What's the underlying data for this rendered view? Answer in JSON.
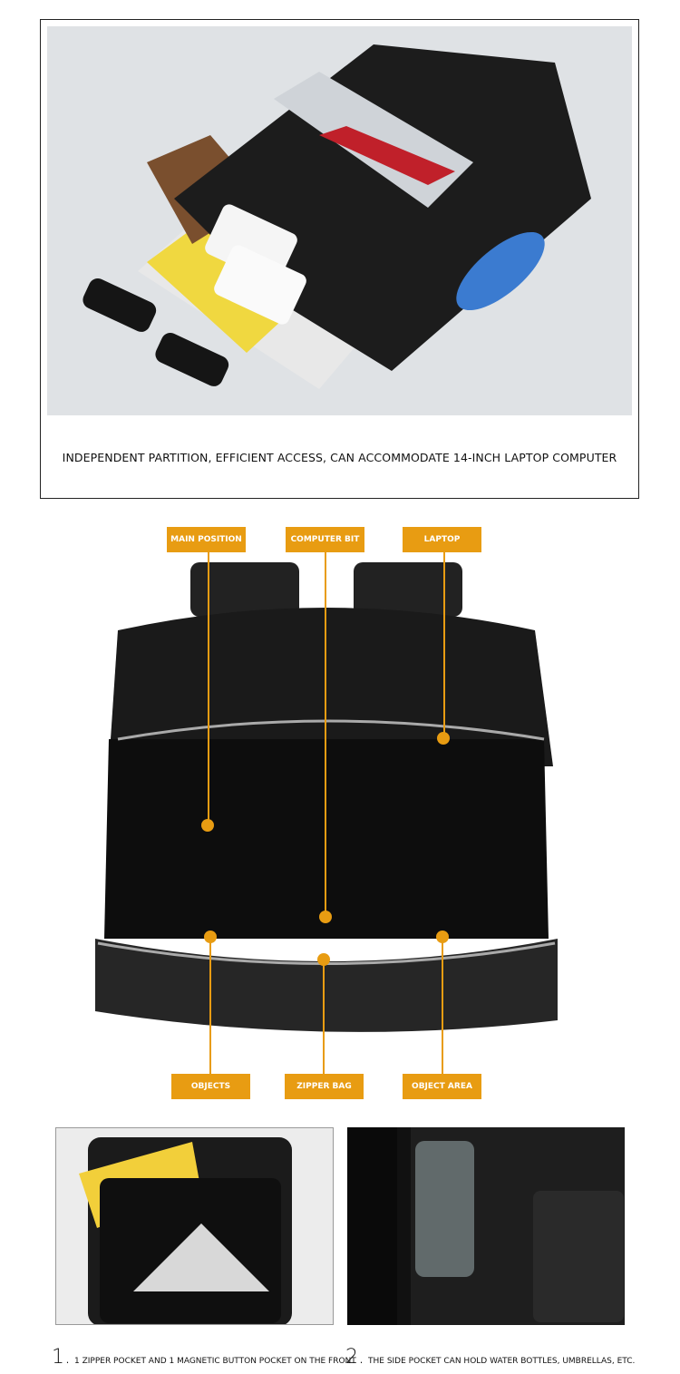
{
  "section1": {
    "caption": "INDEPENDENT PARTITION, EFFICIENT ACCESS, CAN ACCOMMODATE 14-INCH LAPTOP COMPUTER"
  },
  "section2": {
    "accent": "#e89c12",
    "top_labels": [
      "MAIN POSITION",
      "COMPUTER BIT",
      "LAPTOP"
    ],
    "bottom_labels": [
      "OBJECTS",
      "ZIPPER BAG",
      "OBJECT AREA"
    ]
  },
  "section3": {
    "features": [
      {
        "number": "1.",
        "text": "1 ZIPPER POCKET AND 1 MAGNETIC BUTTON POCKET ON THE FRONT"
      },
      {
        "number": "2.",
        "text": "THE SIDE POCKET CAN HOLD WATER BOTTLES, UMBRELLAS, ETC."
      }
    ]
  }
}
